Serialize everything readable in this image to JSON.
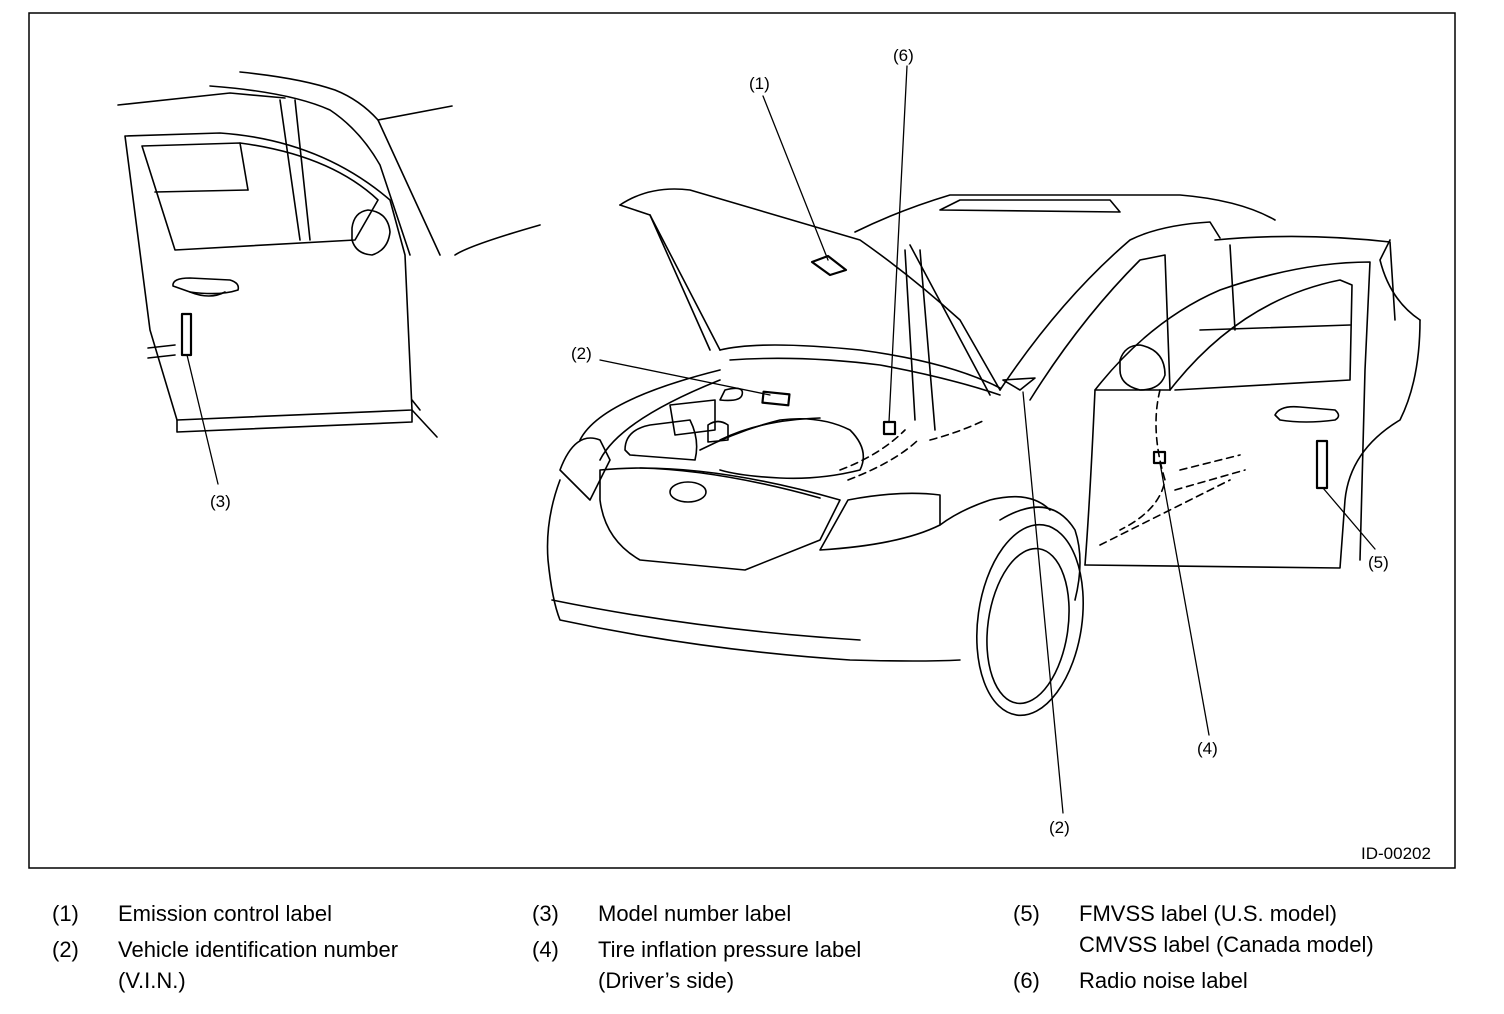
{
  "figure": {
    "id_code": "ID-00202",
    "callouts": {
      "c1": "(1)",
      "c2a": "(2)",
      "c2b": "(2)",
      "c3": "(3)",
      "c4": "(4)",
      "c5": "(5)",
      "c6": "(6)"
    }
  },
  "legend": [
    {
      "num": "(1)",
      "lines": [
        "Emission control label"
      ]
    },
    {
      "num": "(2)",
      "lines": [
        "Vehicle identification number",
        "(V.I.N.)"
      ]
    },
    {
      "num": "(3)",
      "lines": [
        "Model number label"
      ]
    },
    {
      "num": "(4)",
      "lines": [
        "Tire inflation pressure label",
        "(Driver’s side)"
      ]
    },
    {
      "num": "(5)",
      "lines": [
        "FMVSS label (U.S. model)",
        "CMVSS label (Canada model)"
      ]
    },
    {
      "num": "(6)",
      "lines": [
        "Radio noise label"
      ]
    }
  ]
}
